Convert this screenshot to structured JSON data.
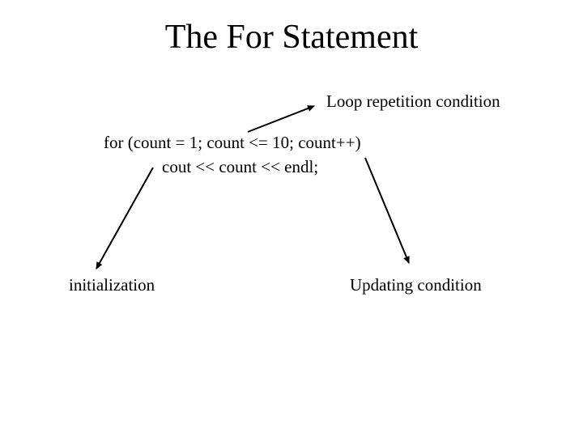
{
  "slide": {
    "title": "The For Statement",
    "code": {
      "line1": "for (count = 1; count <= 10; count++)",
      "line2": "cout << count << endl;"
    },
    "labels": {
      "loop_condition": "Loop repetition condition",
      "initialization": "initialization",
      "updating": "Updating condition"
    }
  }
}
